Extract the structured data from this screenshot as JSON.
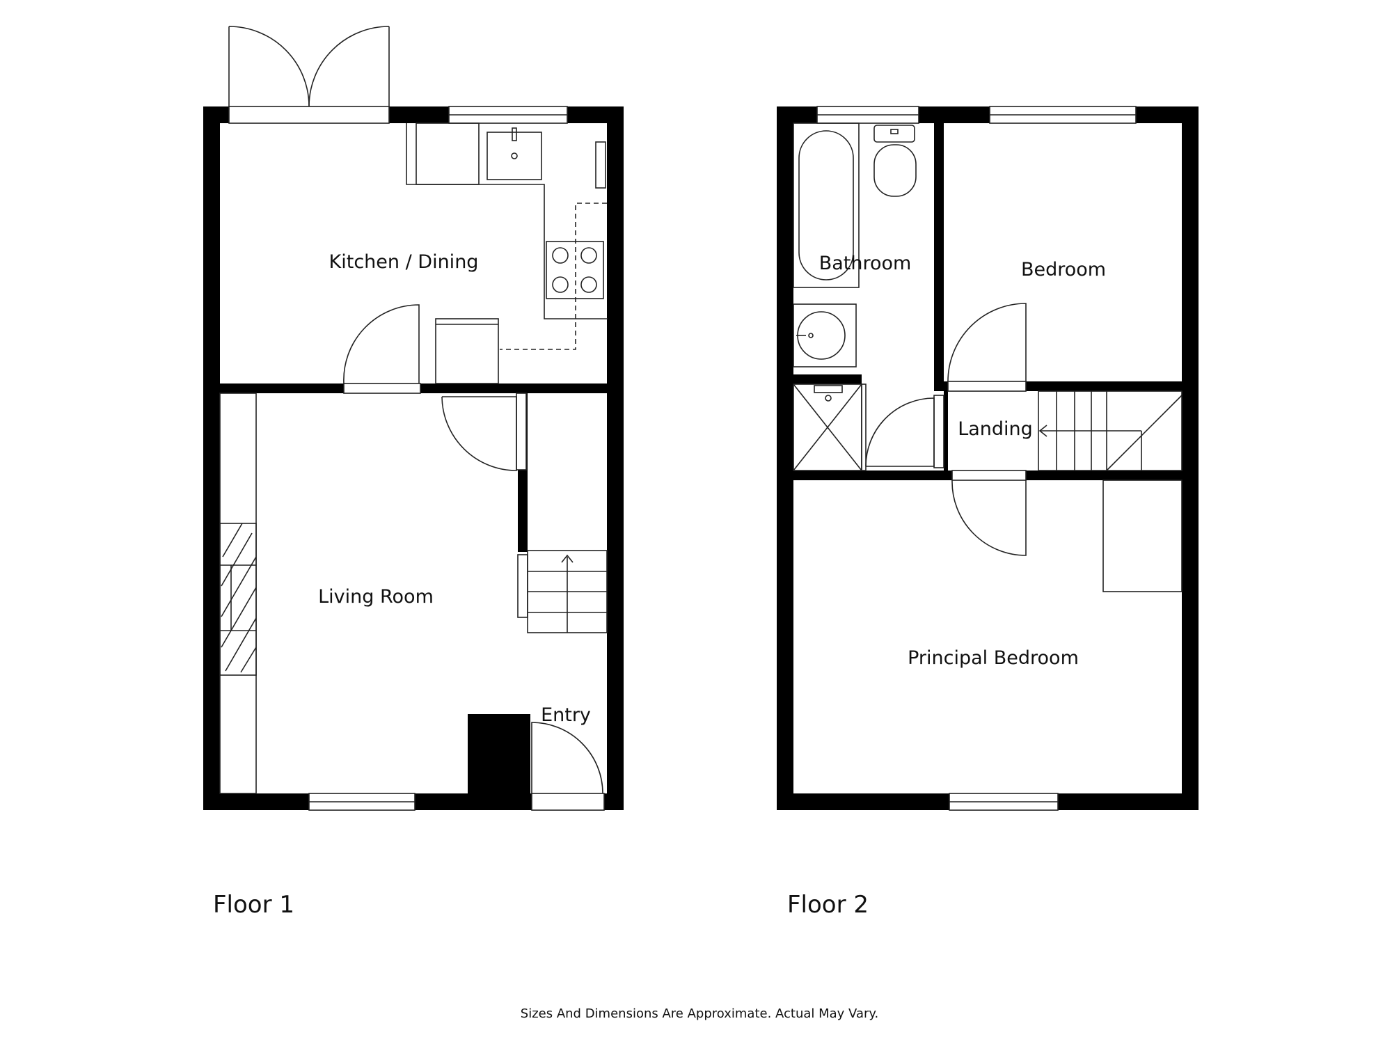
{
  "floors": [
    {
      "label": "Floor 1",
      "rooms": {
        "kitchen_dining": "Kitchen / Dining",
        "living_room": "Living Room",
        "entry": "Entry"
      }
    },
    {
      "label": "Floor 2",
      "rooms": {
        "bathroom": "Bathroom",
        "bedroom": "Bedroom",
        "landing": "Landing",
        "principal_bedroom": "Principal Bedroom"
      }
    }
  ],
  "footer": {
    "disclaimer": "Sizes And Dimensions Are Approximate. Actual May Vary."
  },
  "colors": {
    "wall": "#000000",
    "line": "#222222",
    "background": "#ffffff"
  }
}
